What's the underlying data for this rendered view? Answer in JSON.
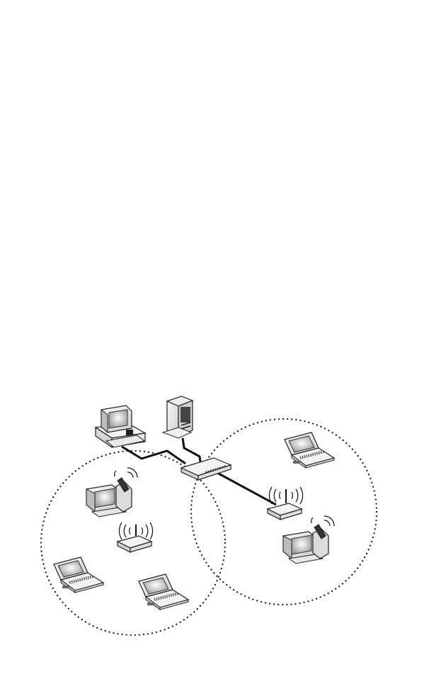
{
  "diagram": {
    "description_free": true,
    "zones": [
      {
        "id": "left-wireless-cell"
      },
      {
        "id": "right-wireless-cell"
      }
    ],
    "nodes": [
      {
        "id": "desktop-workstation",
        "icon": "desktop-computer-icon"
      },
      {
        "id": "tower-server",
        "icon": "tower-server-icon"
      },
      {
        "id": "ethernet-switch",
        "icon": "network-switch-icon"
      },
      {
        "id": "left-wireless-desktop",
        "icon": "wireless-desktop-icon"
      },
      {
        "id": "left-access-point",
        "icon": "access-point-icon"
      },
      {
        "id": "left-laptop-1",
        "icon": "laptop-icon"
      },
      {
        "id": "left-laptop-2",
        "icon": "laptop-icon"
      },
      {
        "id": "right-laptop",
        "icon": "laptop-icon"
      },
      {
        "id": "right-access-point",
        "icon": "access-point-icon"
      },
      {
        "id": "right-wireless-desktop",
        "icon": "wireless-desktop-icon"
      }
    ],
    "links": [
      {
        "from": "desktop-workstation",
        "to": "ethernet-switch",
        "type": "wired"
      },
      {
        "from": "tower-server",
        "to": "ethernet-switch",
        "type": "wired"
      },
      {
        "from": "ethernet-switch",
        "to": "right-access-point",
        "type": "wired"
      }
    ],
    "colors": {
      "line": "#111111",
      "device_fill": "#f4f4f4",
      "device_shade": "#c8c8c8",
      "screen": "#e6e6e6"
    }
  }
}
